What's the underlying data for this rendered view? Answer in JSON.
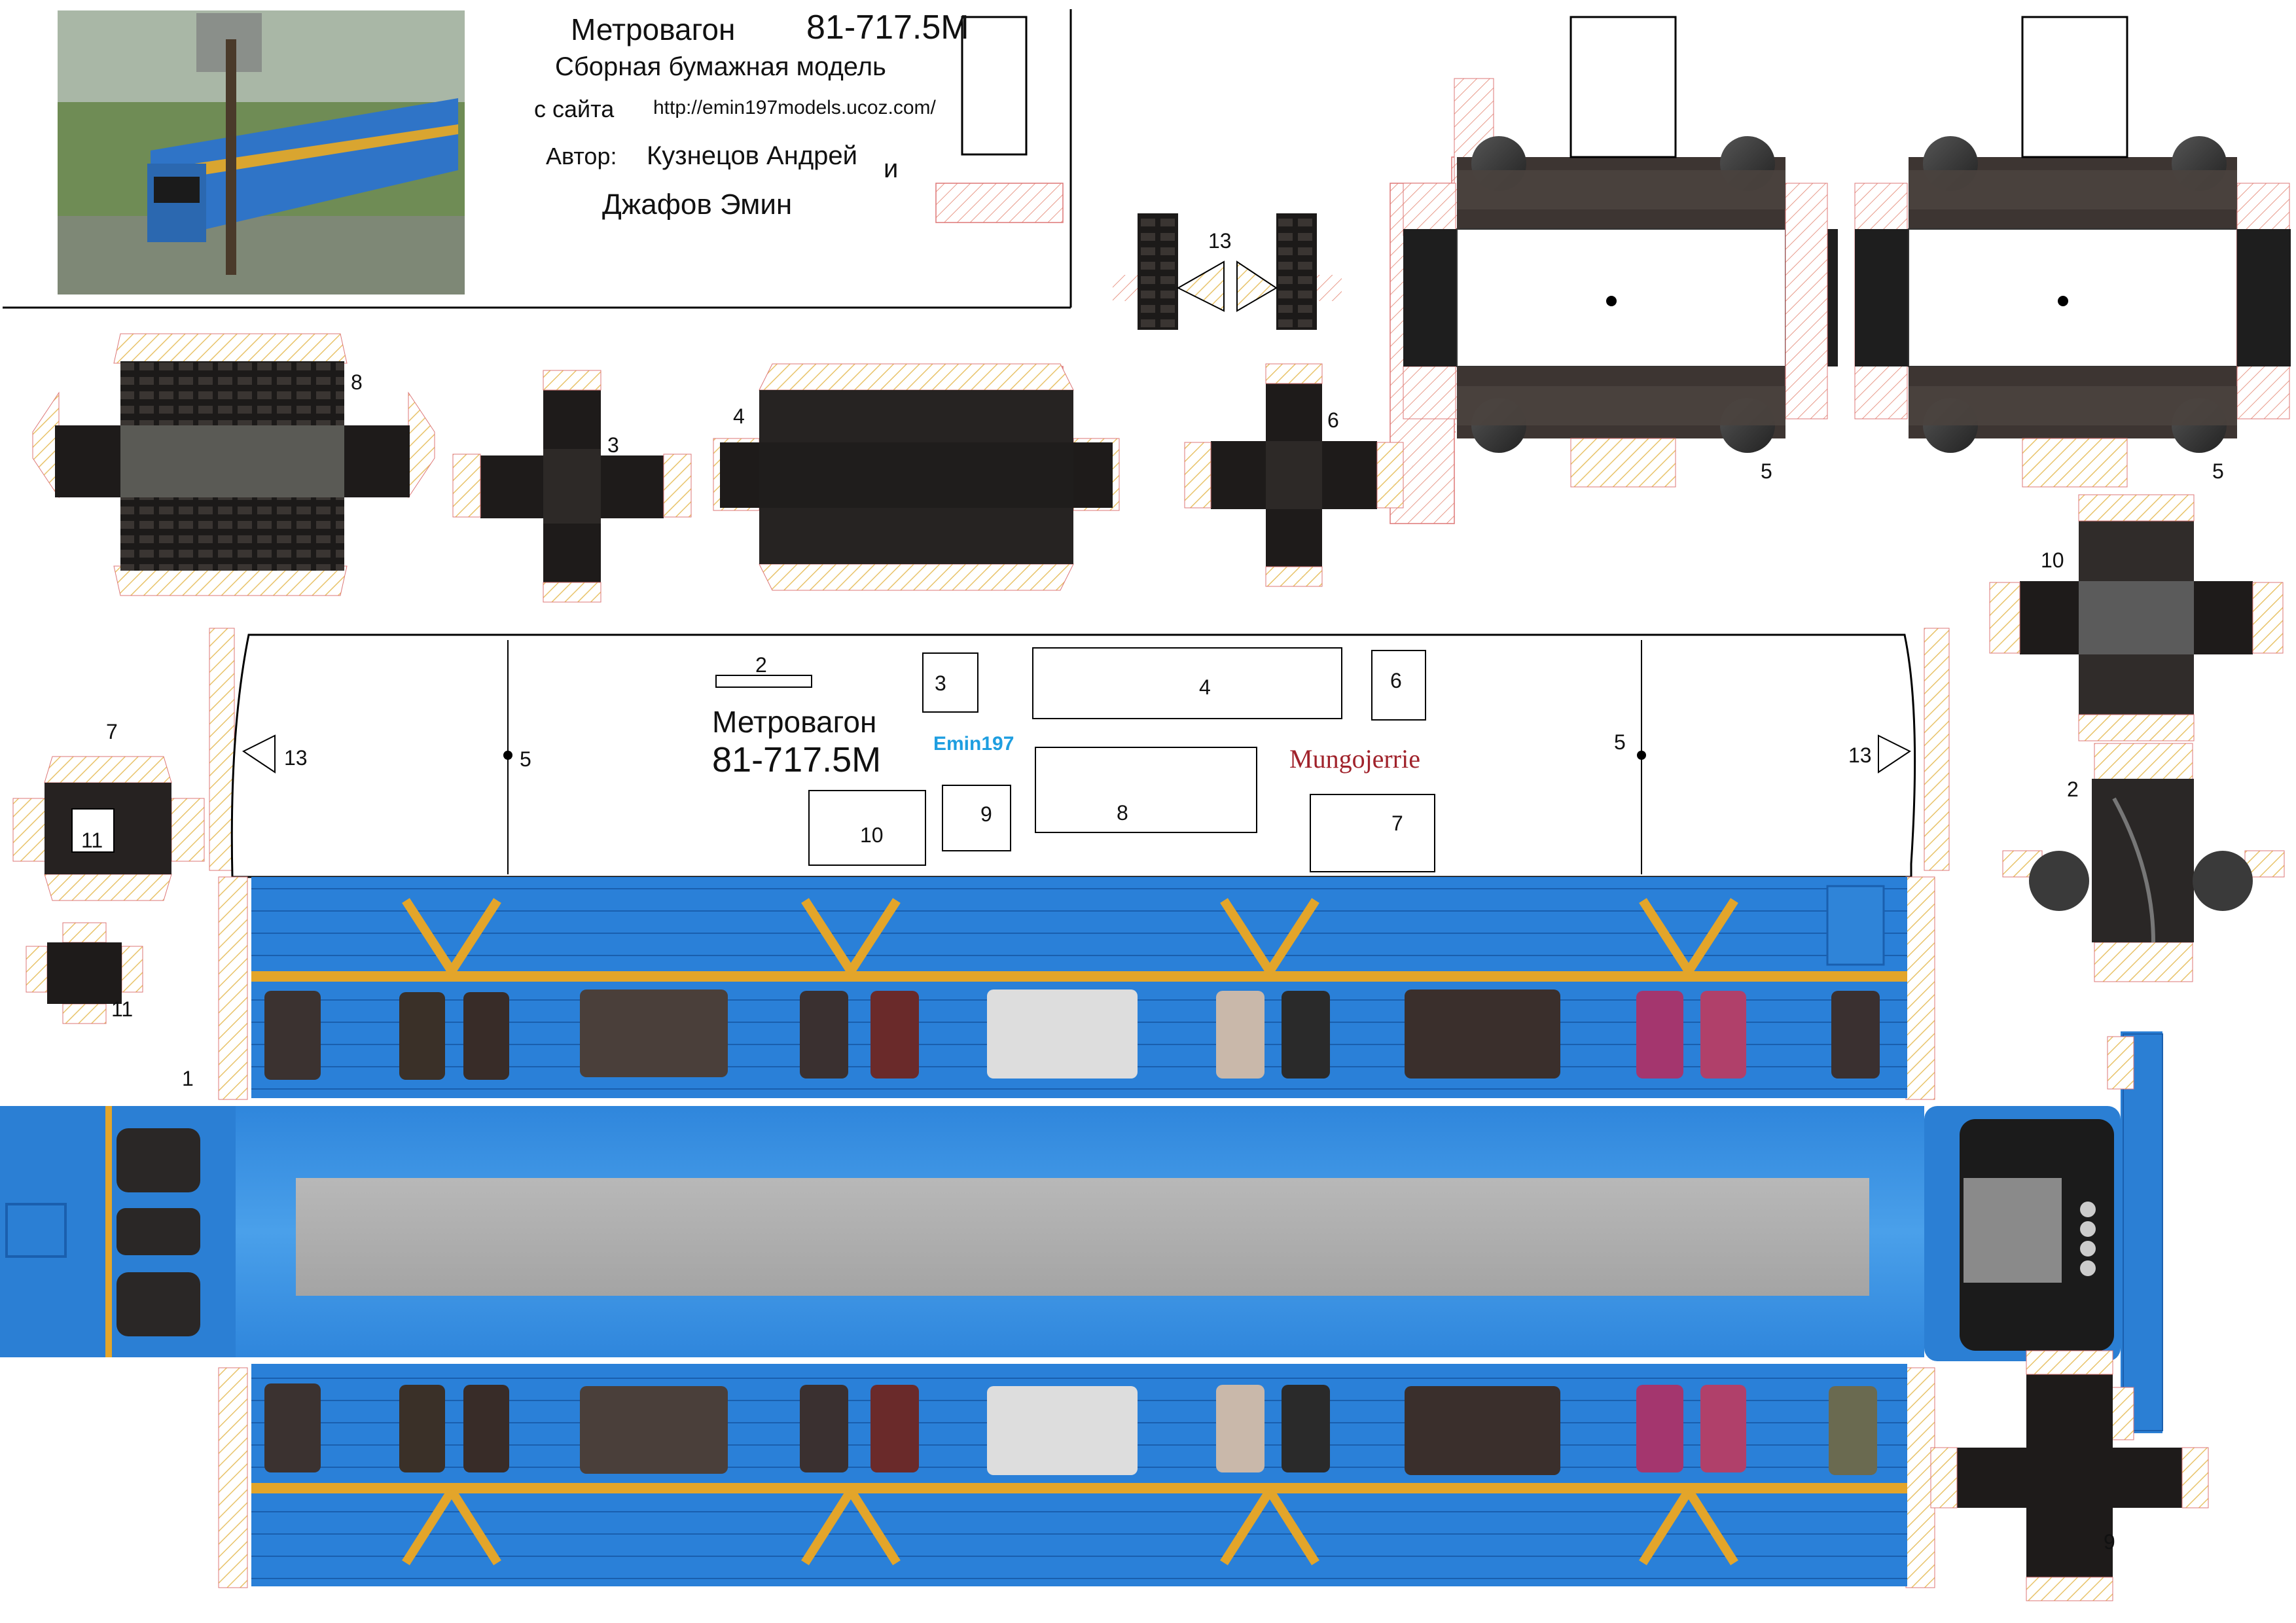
{
  "header": {
    "title": "Метровагон",
    "model": "81-717.5M",
    "subtitle": "Сборная бумажная модель",
    "site_prefix": "с сайта",
    "site_url": "http://emin197models.ucoz.com/",
    "author_label": "Автор:",
    "author1": "Кузнецов Андрей",
    "and": "и",
    "author2": "Джафов Эмин"
  },
  "roof": {
    "title": "Метровагон",
    "model": "81-717.5M",
    "tag1": "Emin197",
    "tag2": "Mungojerrie"
  },
  "part_numbers": {
    "p1": "1",
    "p2": "2",
    "p3": "3",
    "p4": "4",
    "p5": "5",
    "p6": "6",
    "p7": "7",
    "p8": "8",
    "p9": "9",
    "p10": "10",
    "p11": "11",
    "p13": "13"
  },
  "colors": {
    "car_blue": "#2a7fd6",
    "car_blue_dark": "#1b63b4",
    "stripe_yellow": "#e3a52a",
    "dark_part": "#1e1c1b",
    "tab_hatch": "#e8c36a"
  }
}
